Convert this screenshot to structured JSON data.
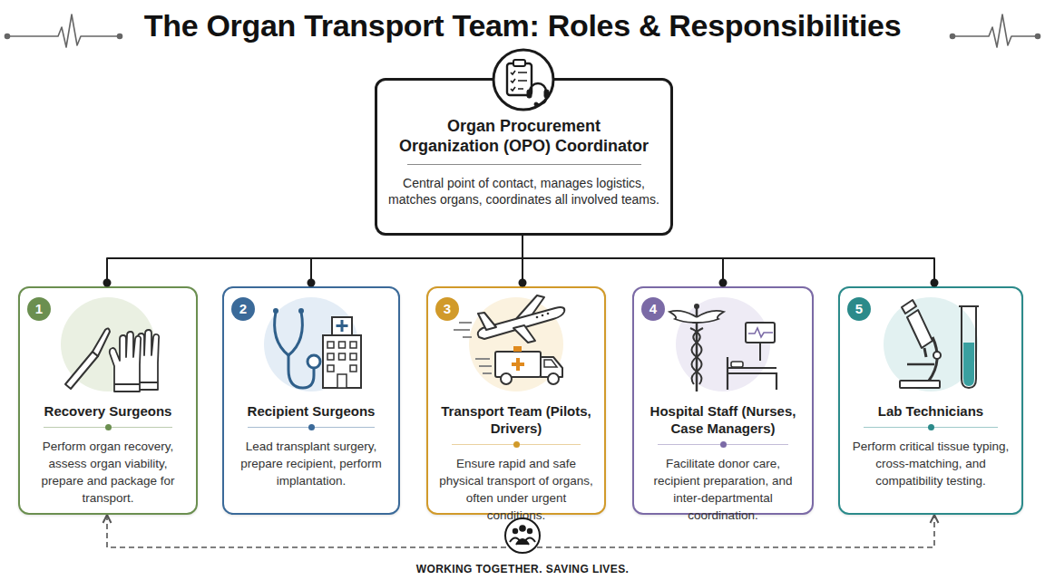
{
  "diagram": {
    "title": "The Organ Transport Team: Roles & Responsibilities",
    "nodes": [
      {
        "text": [
          "Organ Procurement Organization (OPO) Coordinator",
          "Central point of contact, manages logistics, matches organs, coordinates all involved teams."
        ]
      },
      {
        "text": [
          "1",
          "Recovery Surgeons",
          "Perform organ recovery, assess organ viability, prepare and package for transport."
        ]
      },
      {
        "text": [
          "2",
          "Recipient Surgeons",
          "Lead transplant surgery, prepare recipient, perform implantation."
        ]
      },
      {
        "text": [
          "3",
          "Transport Team (Pilots, Drivers)",
          "Ensure rapid and safe physical transport of organs, often under urgent conditions."
        ]
      },
      {
        "text": [
          "4",
          "Hospital Staff (Nurses, Case Managers)",
          "Facilitate donor care, recipient preparation, and inter-departmental coordination."
        ]
      },
      {
        "text": [
          "5",
          "Lab Technicians",
          "Perform critical tissue typing, cross-matching, and compatibility testing."
        ]
      }
    ],
    "edges": [
      {
        "from": 0,
        "to": 1,
        "arrow": "none"
      },
      {
        "from": 0,
        "to": 2,
        "arrow": "none"
      },
      {
        "from": 0,
        "to": 3,
        "arrow": "none"
      },
      {
        "from": 0,
        "to": 4,
        "arrow": "none"
      },
      {
        "from": 0,
        "to": 5,
        "arrow": "none"
      },
      {
        "from": 1,
        "to": 5,
        "arrow": "both"
      }
    ],
    "labels": [
      "WORKING TOGETHER. SAVING LIVES."
    ]
  }
}
